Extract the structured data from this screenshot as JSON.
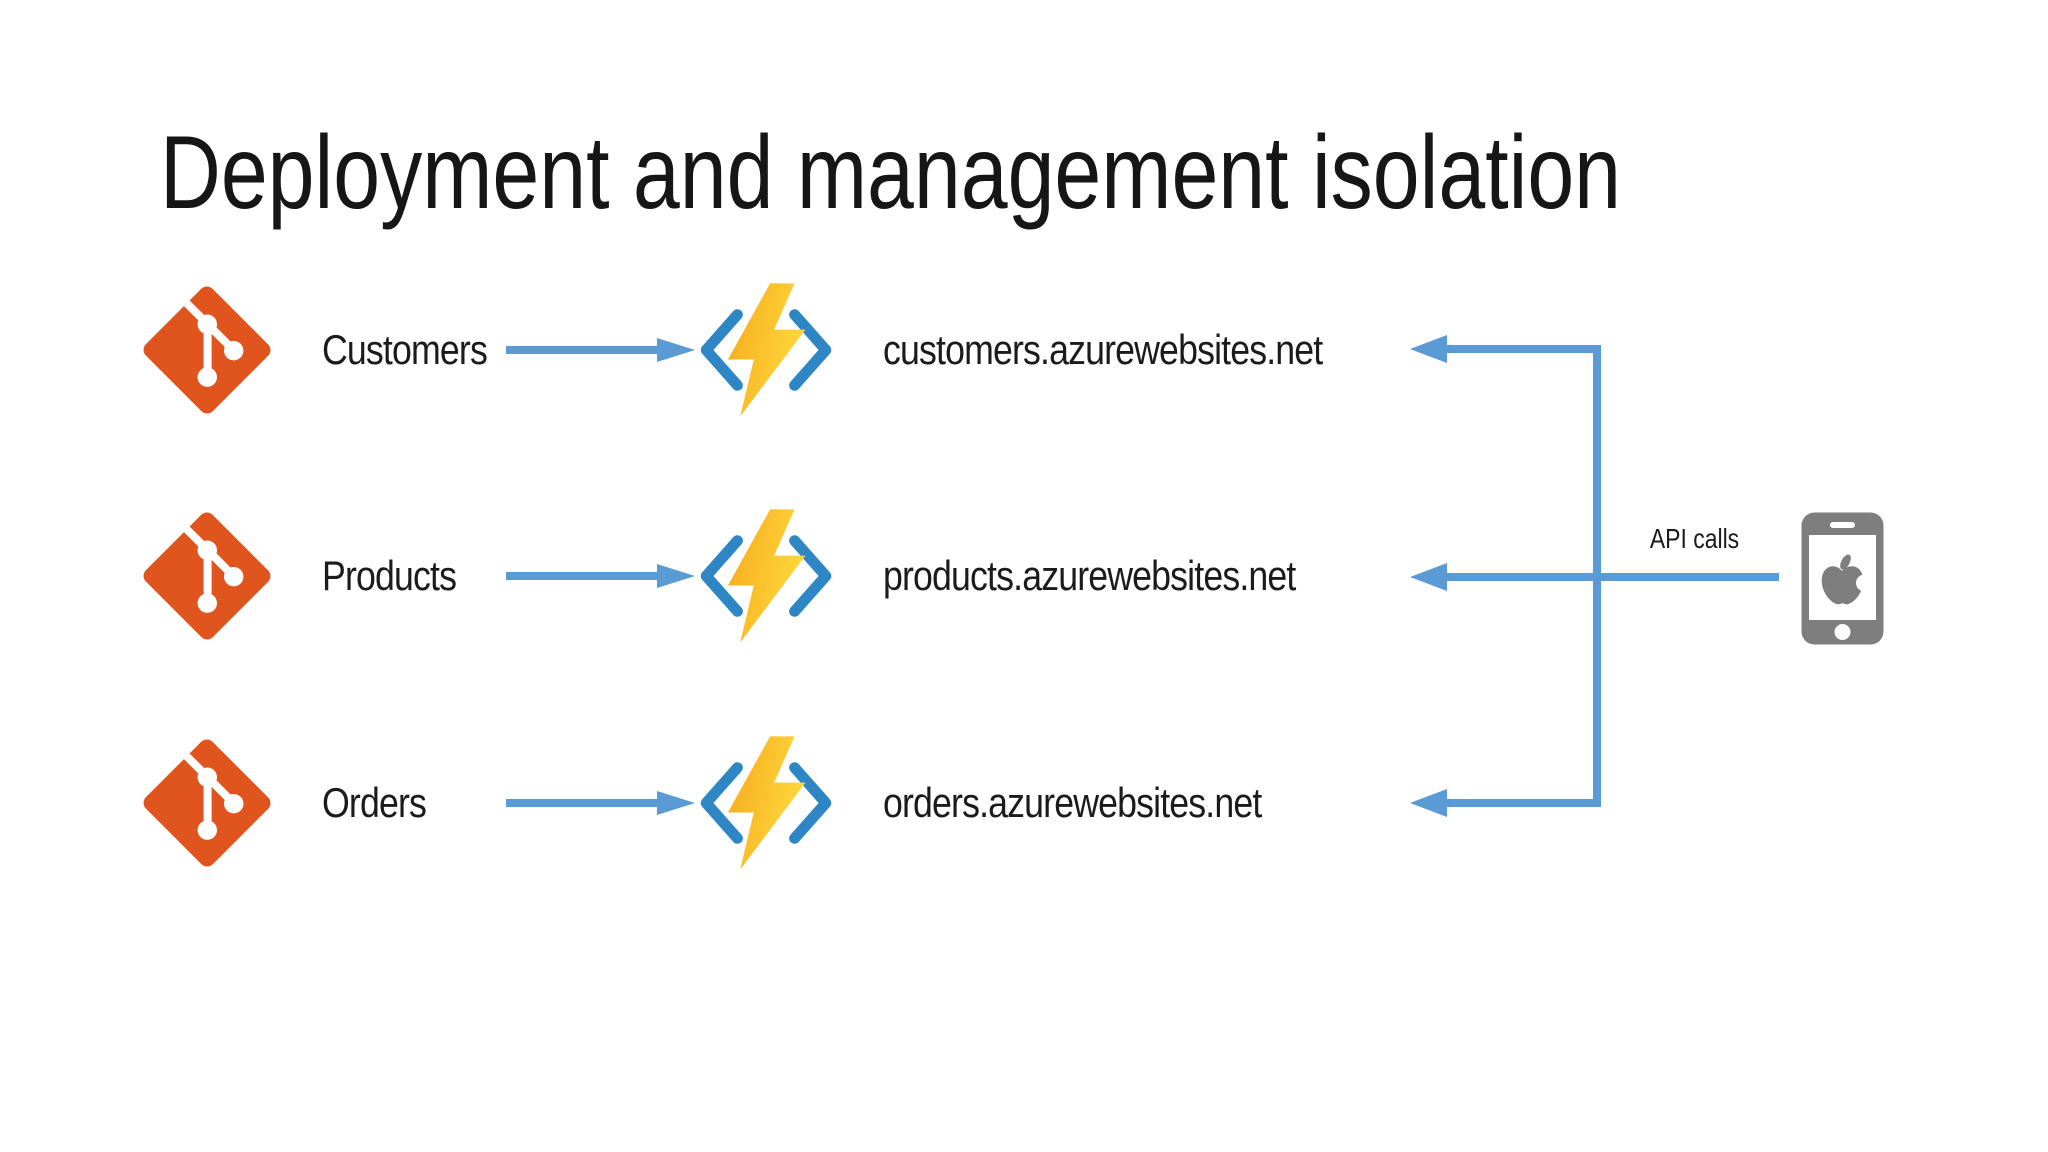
{
  "slide": {
    "title": "Deployment and management isolation",
    "api_calls_label": "API calls",
    "rows": [
      {
        "repo": "Customers",
        "endpoint": "customers.azurewebsites.net"
      },
      {
        "repo": "Products",
        "endpoint": "products.azurewebsites.net"
      },
      {
        "repo": "Orders",
        "endpoint": "orders.azurewebsites.net"
      }
    ],
    "icons": {
      "repo_icon": "git-icon",
      "compute_icon": "azure-functions-icon",
      "client_icon": "iphone-device-icon",
      "client_logo": "apple-logo-icon"
    },
    "colors": {
      "text": "#1b1b1b",
      "git_orange": "#E0551E",
      "arrow_blue": "#5B9BD5",
      "bracket_blue": "#2E86C5",
      "bolt_gold_light": "#FFD83C",
      "bolt_gold_dark": "#F6A81C",
      "phone_gray": "#7E7E7E"
    }
  }
}
